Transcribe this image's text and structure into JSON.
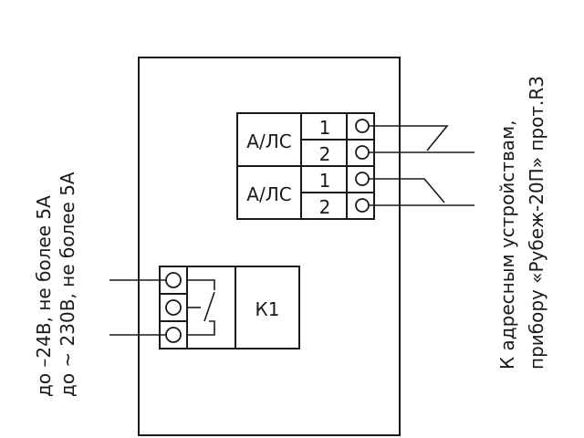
{
  "module_a": {
    "label": "А/ЛС",
    "pin1": "1",
    "pin2": "2"
  },
  "module_b": {
    "label": "А/ЛС",
    "pin1": "1",
    "pin2": "2"
  },
  "relay": {
    "label": "К1"
  },
  "right_note": {
    "line1": "К адресным устройствам,",
    "line2": "прибору «Рубеж-20П» прот.R3"
  },
  "left_note": {
    "line1": "до –24В, не более 5А",
    "line2": "до ~ 230В, не более 5А"
  }
}
